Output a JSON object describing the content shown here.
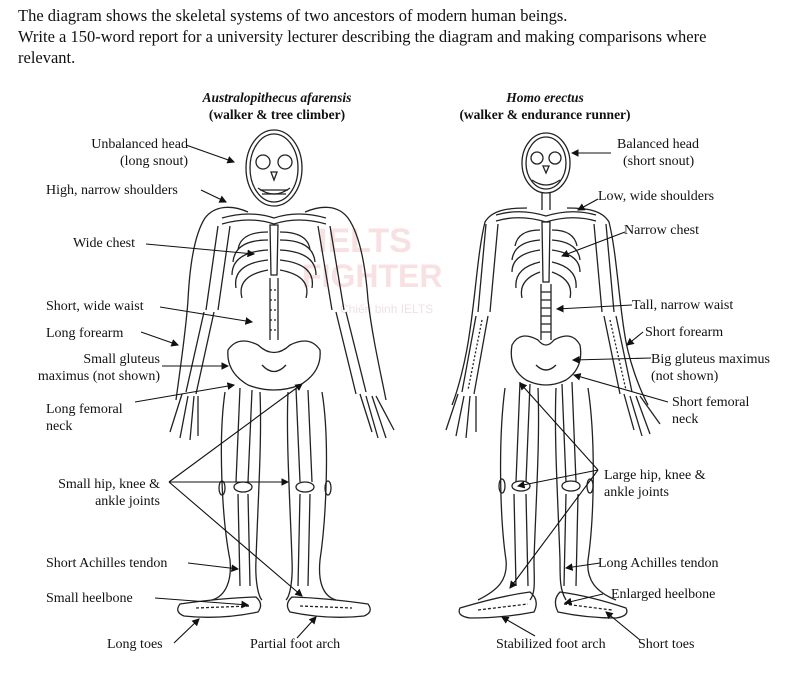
{
  "prompt": {
    "line1": "The diagram shows the skeletal systems of two ancestors of modern human beings.",
    "line2": "Write a 150-word report for a university lecturer describing the diagram and making comparisons where",
    "line3": "relevant."
  },
  "watermark": {
    "line1": "IELTS",
    "line2": "FIGHTER",
    "sub": "Chiến binh IELTS"
  },
  "left_skeleton": {
    "species": "Australopithecus afarensis",
    "role": "(walker & tree climber)",
    "labels": {
      "head_1": "Unbalanced head",
      "head_2": "(long snout)",
      "shoulders": "High, narrow shoulders",
      "chest": "Wide chest",
      "waist": "Short, wide waist",
      "forearm": "Long forearm",
      "gluteus_1": "Small gluteus",
      "gluteus_2": "maximus (not shown)",
      "femoral_1": "Long femoral",
      "femoral_2": "neck",
      "joints_1": "Small hip, knee &",
      "joints_2": "ankle joints",
      "achilles": "Short Achilles tendon",
      "heelbone": "Small heelbone",
      "toes": "Long toes",
      "arch": "Partial foot arch"
    }
  },
  "right_skeleton": {
    "species": "Homo erectus",
    "role": "(walker & endurance runner)",
    "labels": {
      "head_1": "Balanced head",
      "head_2": "(short snout)",
      "shoulders": "Low, wide shoulders",
      "chest": "Narrow chest",
      "waist": "Tall, narrow waist",
      "forearm": "Short forearm",
      "gluteus_1": "Big gluteus maximus",
      "gluteus_2": "(not shown)",
      "femoral_1": "Short femoral",
      "femoral_2": "neck",
      "joints_1": "Large hip, knee &",
      "joints_2": "ankle joints",
      "achilles": "Long Achilles tendon",
      "heelbone": "Enlarged heelbone",
      "toes": "Short toes",
      "arch": "Stabilized foot arch"
    }
  }
}
